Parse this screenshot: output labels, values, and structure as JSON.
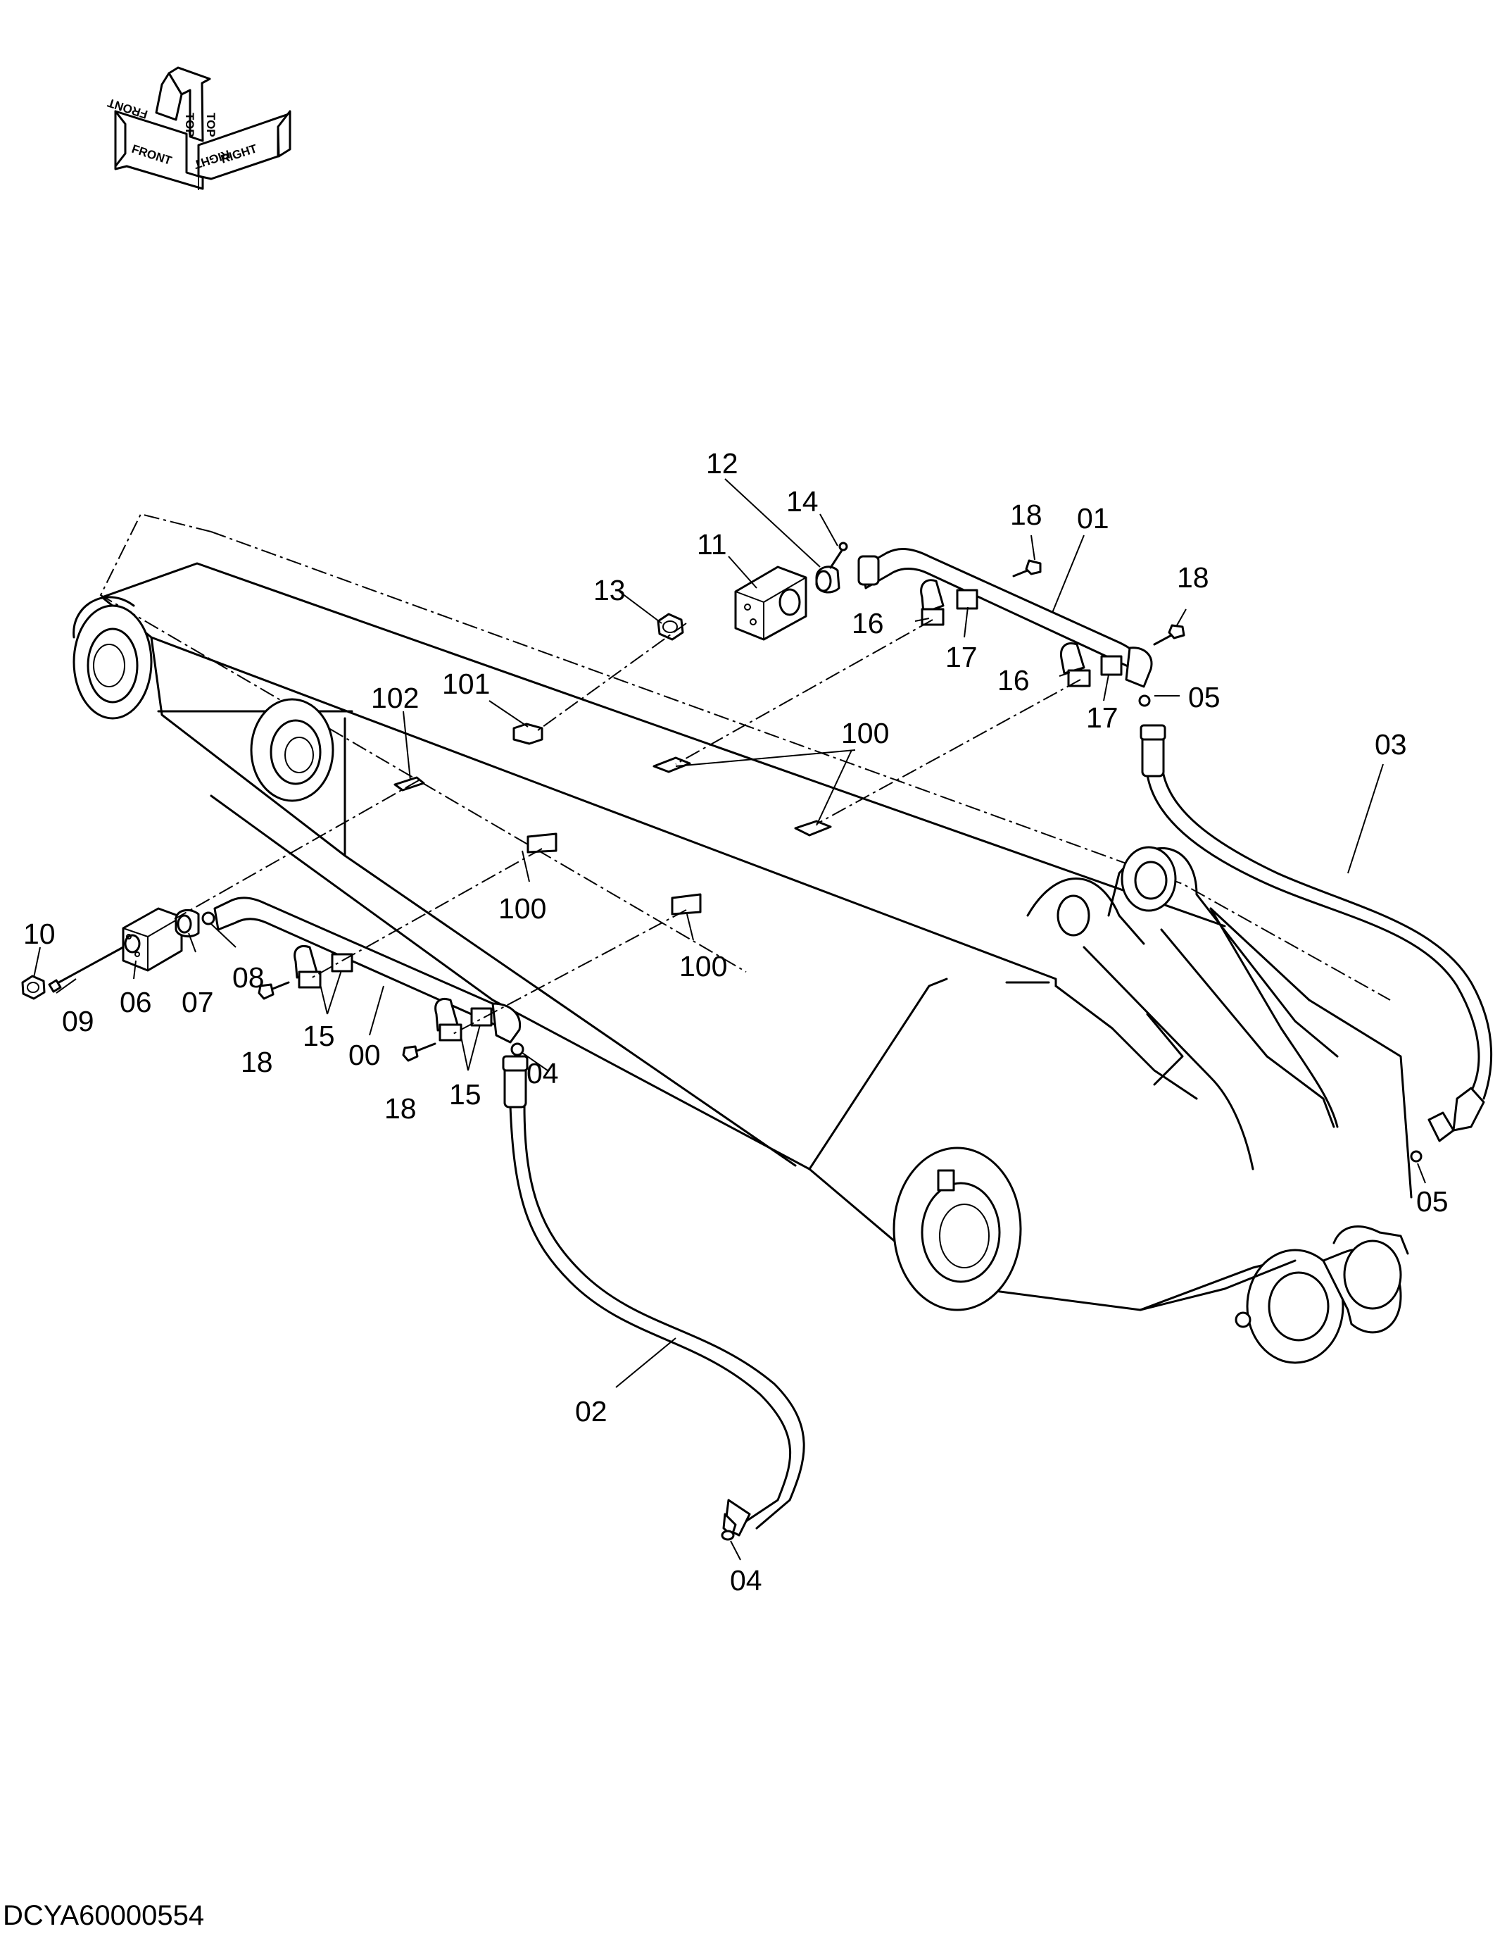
{
  "orientation_icon": {
    "labels": {
      "front": "FRONT",
      "top": "TOP",
      "right": "RIGHT",
      "front_mirrored": "FRONT",
      "top_mirrored": "TOP",
      "right_mirrored": "RIGHT"
    }
  },
  "callouts": {
    "c12": "12",
    "c14": "14",
    "c11": "11",
    "c13": "13",
    "c18a": "18",
    "c01": "01",
    "c18b": "18",
    "c16a": "16",
    "c17a": "17",
    "c16b": "16",
    "c17b": "17",
    "c05a": "05",
    "c03": "03",
    "c102": "102",
    "c101": "101",
    "c100a": "100",
    "c100b": "100",
    "c100c": "100",
    "c10": "10",
    "c09": "09",
    "c06": "06",
    "c07": "07",
    "c08": "08",
    "c15a": "15",
    "c00": "00",
    "c18c": "18",
    "c18d": "18",
    "c15b": "15",
    "c04a": "04",
    "c05b": "05",
    "c02": "02",
    "c04b": "04"
  },
  "drawing_id": "DCYA60000554"
}
